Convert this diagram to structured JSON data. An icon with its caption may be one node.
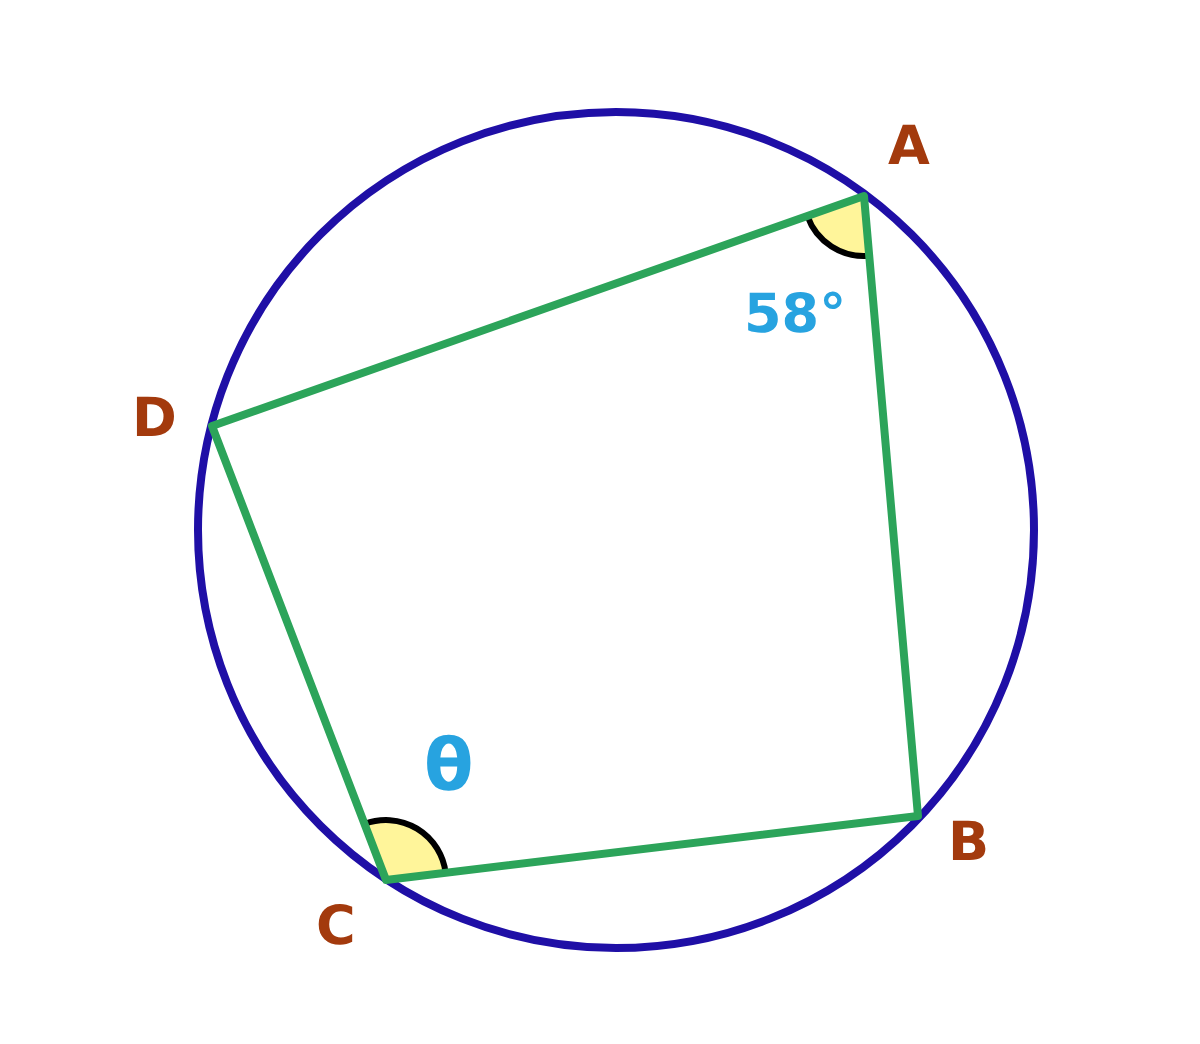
{
  "diagram": {
    "labels": [
      "A",
      "58°",
      "D",
      "θ",
      "B",
      "C"
    ]
  }
}
